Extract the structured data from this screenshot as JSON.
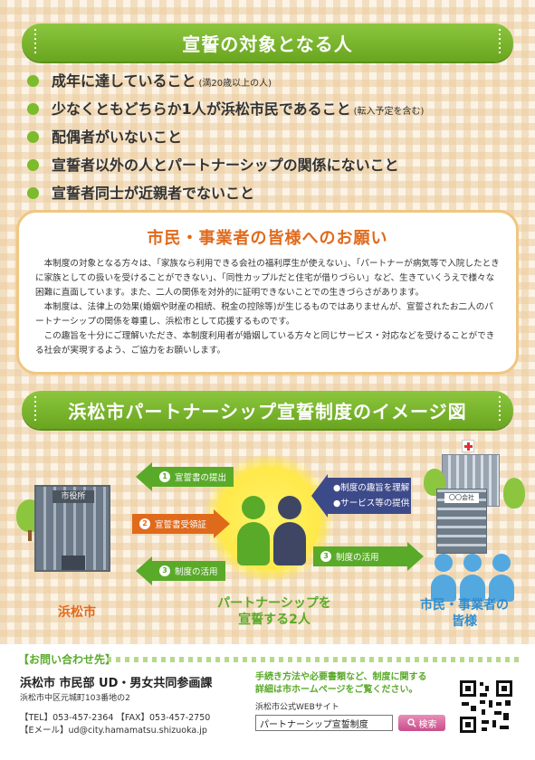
{
  "section1": {
    "title": "宣誓の対象となる人",
    "conditions": [
      {
        "text": "成年に達していること",
        "note": "(満20歳以上の人)"
      },
      {
        "text": "少なくともどちらか1人が浜松市民であること",
        "note": "(転入予定を含む)"
      },
      {
        "text": "配偶者がいないこと",
        "note": ""
      },
      {
        "text": "宣誓者以外の人とパートナーシップの関係にないこと",
        "note": ""
      },
      {
        "text": "宣誓者同士が近親者でないこと",
        "note": ""
      }
    ]
  },
  "section2": {
    "title": "市民・事業者の皆様へのお願い",
    "paragraphs": [
      "本制度の対象となる方々は、「家族なら利用できる会社の福利厚生が使えない」、「パートナーが病気等で入院したときに家族としての扱いを受けることができない」、「同性カップルだと住宅が借りづらい」など、生きていくうえで様々な困難に直面しています。また、二人の関係を対外的に証明できないことでの生きづらさがあります。",
      "本制度は、法律上の効果(婚姻や財産の相続、税金の控除等)が生じるものではありませんが、宣誓されたお二人のパートナーシップの関係を尊重し、浜松市として応援するものです。",
      "この趣旨を十分にご理解いただき、本制度利用者が婚姻している方々と同じサービス・対応などを受けることができる社会が実現するよう、ご協力をお願いします。"
    ]
  },
  "section3": {
    "title": "浜松市パートナーシップ宣誓制度のイメージ図",
    "city_hall_sign": "市役所",
    "company_sign": "〇〇会社",
    "arrows": {
      "submit": {
        "num": "1",
        "label": "宣誓書の提出"
      },
      "receipt": {
        "num": "2",
        "label": "宣誓書受領証"
      },
      "use_left": {
        "num": "3",
        "label": "制度の活用"
      },
      "use_right": {
        "num": "3",
        "label": "制度の活用"
      }
    },
    "requests": [
      "●制度の趣旨を理解",
      "●サービス等の提供"
    ],
    "labels": {
      "city": "浜松市",
      "partners": "パートナーシップを\n宣誓する2人",
      "partners_line1": "パートナーシップを",
      "partners_line2": "宣誓する2人",
      "citizens_line1": "市民・事業者の",
      "citizens_line2": "皆様"
    }
  },
  "footer": {
    "contact_title": "【お問い合わせ先】",
    "dept": "浜松市 市民部 UD・男女共同参画課",
    "address": "浜松市中区元城町103番地の2",
    "tel_fax": "【TEL】053-457-2364 【FAX】053-457-2750",
    "email": "【Eメール】ud@city.hamamatsu.shizuoka.jp",
    "web_note_line1": "手続き方法や必要書類など、制度に関する",
    "web_note_line2": "詳細は市ホームページをご覧ください。",
    "web_sub": "浜松市公式WEBサイト",
    "search_value": "パートナーシップ宣誓制度",
    "search_button": "検索",
    "search_icon": "magnifier-icon"
  },
  "colors": {
    "green": "#7cbb2c",
    "orange": "#e06a1c",
    "navy": "#3d4a8a",
    "blue": "#2f8ed1"
  }
}
